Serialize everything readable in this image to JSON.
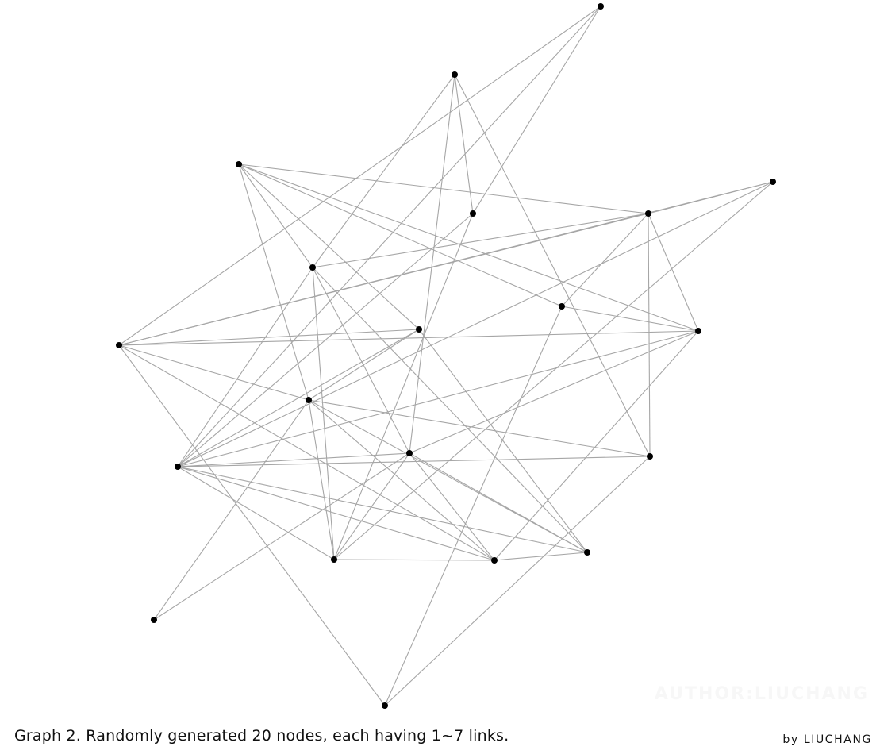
{
  "caption": "Graph 2. Randomly generated 20 nodes, each having 1~7 links.",
  "credit": "by LIUCHANG",
  "watermark": "AUTHOR:LIUCHANG",
  "colors": {
    "background": "#ffffff",
    "edge": "#a6a6a6",
    "node": "#000000"
  },
  "nodes": [
    {
      "id": "n1"
    },
    {
      "id": "n2"
    },
    {
      "id": "n3"
    },
    {
      "id": "n4"
    },
    {
      "id": "n5"
    },
    {
      "id": "n6"
    },
    {
      "id": "n7"
    },
    {
      "id": "n8"
    },
    {
      "id": "n9"
    },
    {
      "id": "n10"
    },
    {
      "id": "n11"
    },
    {
      "id": "n12"
    },
    {
      "id": "n13"
    },
    {
      "id": "n14"
    },
    {
      "id": "n15"
    },
    {
      "id": "n16"
    },
    {
      "id": "n17"
    },
    {
      "id": "n18"
    },
    {
      "id": "n19"
    },
    {
      "id": "n20"
    }
  ],
  "edges": [
    [
      "n1",
      "n5"
    ],
    [
      "n1",
      "n9"
    ],
    [
      "n1",
      "n15"
    ],
    [
      "n2",
      "n5"
    ],
    [
      "n2",
      "n14"
    ],
    [
      "n2",
      "n7"
    ],
    [
      "n2",
      "n13"
    ],
    [
      "n3",
      "n6"
    ],
    [
      "n3",
      "n11"
    ],
    [
      "n3",
      "n8"
    ],
    [
      "n3",
      "n10"
    ],
    [
      "n3",
      "n7"
    ],
    [
      "n3",
      "n12"
    ],
    [
      "n4",
      "n6"
    ],
    [
      "n4",
      "n9"
    ],
    [
      "n4",
      "n15"
    ],
    [
      "n4",
      "n16"
    ],
    [
      "n6",
      "n9"
    ],
    [
      "n6",
      "n8"
    ],
    [
      "n6",
      "n10"
    ],
    [
      "n6",
      "n13"
    ],
    [
      "n7",
      "n18"
    ],
    [
      "n7",
      "n16"
    ],
    [
      "n7",
      "n15"
    ],
    [
      "n7",
      "n14"
    ],
    [
      "n5",
      "n15"
    ],
    [
      "n5",
      "n16"
    ],
    [
      "n6",
      "n7"
    ],
    [
      "n9",
      "n11"
    ],
    [
      "n9",
      "n10"
    ],
    [
      "n9",
      "n17"
    ],
    [
      "n9",
      "n20"
    ],
    [
      "n9",
      "n12"
    ],
    [
      "n10",
      "n17"
    ],
    [
      "n10",
      "n14"
    ],
    [
      "n10",
      "n15"
    ],
    [
      "n11",
      "n12"
    ],
    [
      "n11",
      "n15"
    ],
    [
      "n11",
      "n18"
    ],
    [
      "n12",
      "n13"
    ],
    [
      "n12",
      "n17"
    ],
    [
      "n12",
      "n18"
    ],
    [
      "n12",
      "n19"
    ],
    [
      "n12",
      "n16"
    ],
    [
      "n13",
      "n15"
    ],
    [
      "n13",
      "n20"
    ],
    [
      "n14",
      "n15"
    ],
    [
      "n14",
      "n16"
    ],
    [
      "n14",
      "n17"
    ],
    [
      "n14",
      "n18"
    ],
    [
      "n14",
      "n19"
    ],
    [
      "n15",
      "n16"
    ],
    [
      "n15",
      "n17"
    ],
    [
      "n15",
      "n18"
    ],
    [
      "n16",
      "n17"
    ],
    [
      "n17",
      "n18"
    ],
    [
      "n8",
      "n10"
    ],
    [
      "n8",
      "n20"
    ]
  ]
}
